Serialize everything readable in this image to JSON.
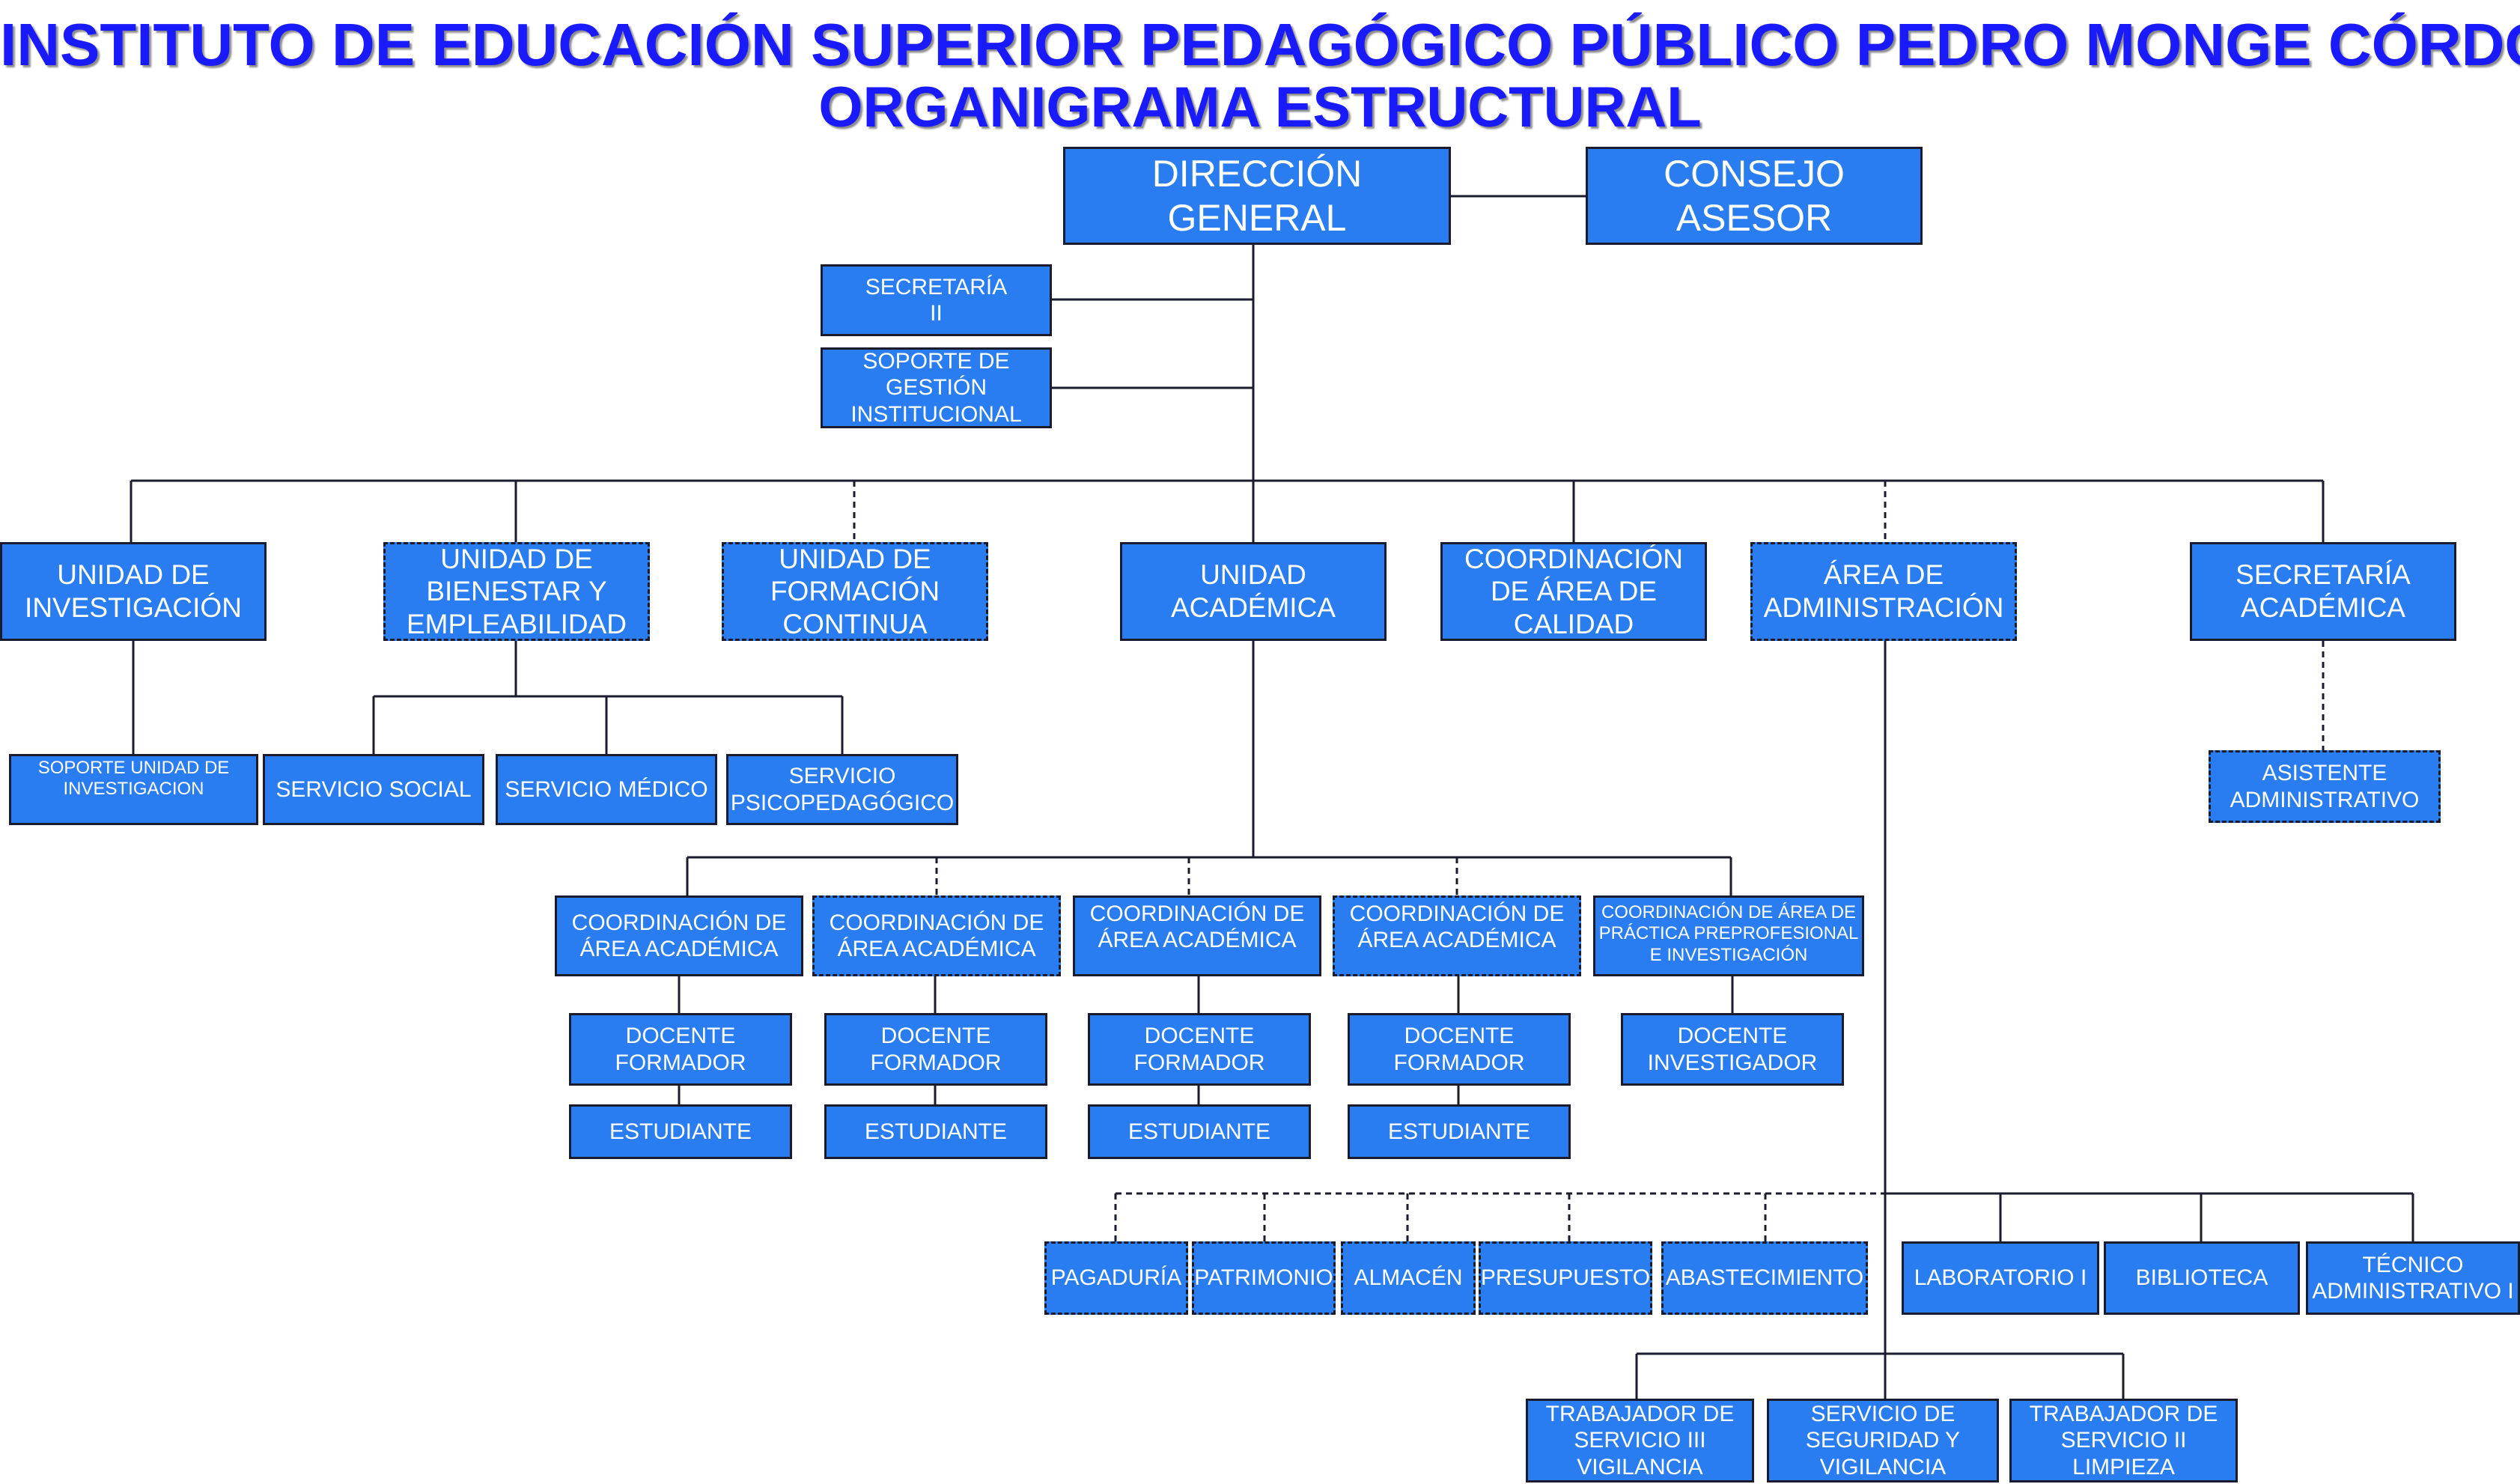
{
  "title": {
    "line1": "INSTITUTO DE EDUCACIÓN SUPERIOR PEDAGÓGICO PÚBLICO PEDRO MONGE CÓRDOVA",
    "line2": "ORGANIGRAMA ESTRUCTURAL"
  },
  "colors": {
    "box_fill": "#2a7df0",
    "box_text": "#ffffff",
    "title": "#1a1aff",
    "lines": "#1b1b2e"
  },
  "nodes": {
    "direccion_general": "DIRECCIÓN\nGENERAL",
    "consejo_asesor": "CONSEJO\nASESOR",
    "secretaria_ii": "SECRETARÍA\nII",
    "soporte_gestion": "SOPORTE DE\nGESTIÓN\nINSTITUCIONAL",
    "unidad_investigacion": "UNIDAD DE\nINVESTIGACIÓN",
    "unidad_bienestar": "UNIDAD DE\nBIENESTAR Y\nEMPLEABILIDAD",
    "unidad_formacion": "UNIDAD DE\nFORMACIÓN\nCONTINUA",
    "unidad_academica": "UNIDAD\nACADÉMICA",
    "coord_calidad": "COORDINACIÓN\nDE ÁREA DE\nCALIDAD",
    "area_administracion": "ÁREA DE\nADMINISTRACIÓN",
    "secretaria_academica": "SECRETARÍA\nACADÉMICA",
    "soporte_investigacion": "SOPORTE UNIDAD DE\nINVESTIGACION",
    "servicio_social": "SERVICIO SOCIAL",
    "servicio_medico": "SERVICIO MÉDICO",
    "servicio_psico": "SERVICIO\nPSICOPEDAGÓGICO",
    "asistente_admin": "ASISTENTE\nADMINISTRATIVO",
    "coord_academica_1": "COORDINACIÓN DE\nÁREA ACADÉMICA",
    "coord_academica_2": "COORDINACIÓN DE\nÁREA ACADÉMICA",
    "coord_academica_3": "COORDINACIÓN DE\nÁREA ACADÉMICA",
    "coord_academica_4": "COORDINACIÓN DE\nÁREA ACADÉMICA",
    "coord_practica": "COORDINACIÓN DE ÁREA DE\nPRÁCTICA PREPROFESIONAL\nE INVESTIGACIÓN",
    "docente_1": "DOCENTE\nFORMADOR",
    "docente_2": "DOCENTE\nFORMADOR",
    "docente_3": "DOCENTE\nFORMADOR",
    "docente_4": "DOCENTE\nFORMADOR",
    "docente_investigador": "DOCENTE\nINVESTIGADOR",
    "estudiante_1": "ESTUDIANTE",
    "estudiante_2": "ESTUDIANTE",
    "estudiante_3": "ESTUDIANTE",
    "estudiante_4": "ESTUDIANTE",
    "pagaduria": "PAGADURÍA",
    "patrimonio": "PATRIMONIO",
    "almacen": "ALMACÉN",
    "presupuesto": "PRESUPUESTO",
    "abastecimiento": "ABASTECIMIENTO",
    "laboratorio": "LABORATORIO I",
    "biblioteca": "BIBLIOTECA",
    "tecnico_admin": "TÉCNICO\nADMINISTRATIVO I",
    "trabajador_vigilancia": "TRABAJADOR DE\nSERVICIO III\nVIGILANCIA",
    "seguridad_vigilancia": "SERVICIO DE\nSEGURIDAD Y\nVIGILANCIA",
    "trabajador_limpieza": "TRABAJADOR DE\nSERVICIO II\nLIMPIEZA"
  }
}
